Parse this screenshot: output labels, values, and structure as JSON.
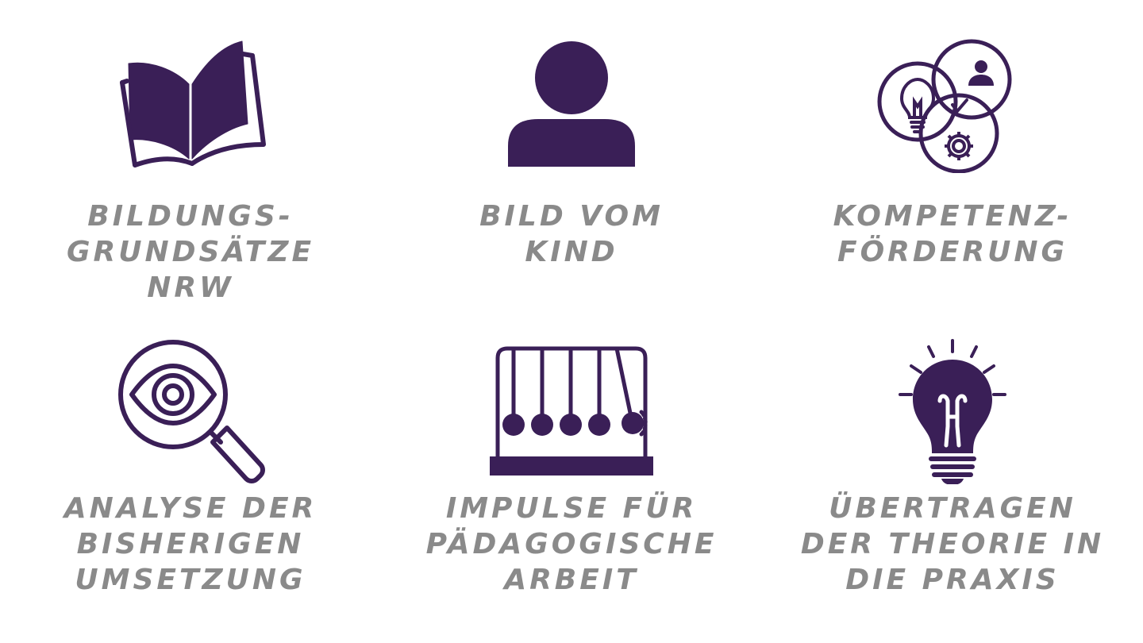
{
  "colors": {
    "icon": "#3a1f57",
    "text": "#8a8a8a",
    "background": "#ffffff"
  },
  "items": [
    {
      "icon": "open-book-icon",
      "lines": [
        "BILDUNGS-",
        "GRUNDSÄTZE",
        "NRW"
      ]
    },
    {
      "icon": "person-icon",
      "lines": [
        "BILD VOM",
        "KIND"
      ]
    },
    {
      "icon": "venn-competence-icon",
      "lines": [
        "KOMPETENZ-",
        "FÖRDERUNG"
      ]
    },
    {
      "icon": "magnifier-eye-icon",
      "lines": [
        "ANALYSE DER",
        "BISHERIGEN",
        "UMSETZUNG"
      ]
    },
    {
      "icon": "newtons-cradle-icon",
      "lines": [
        "IMPULSE FÜR",
        "PÄDAGOGISCHE",
        "ARBEIT"
      ]
    },
    {
      "icon": "lightbulb-icon",
      "lines": [
        "ÜBERTRAGEN",
        "DER THEORIE IN",
        "DIE PRAXIS"
      ]
    }
  ]
}
